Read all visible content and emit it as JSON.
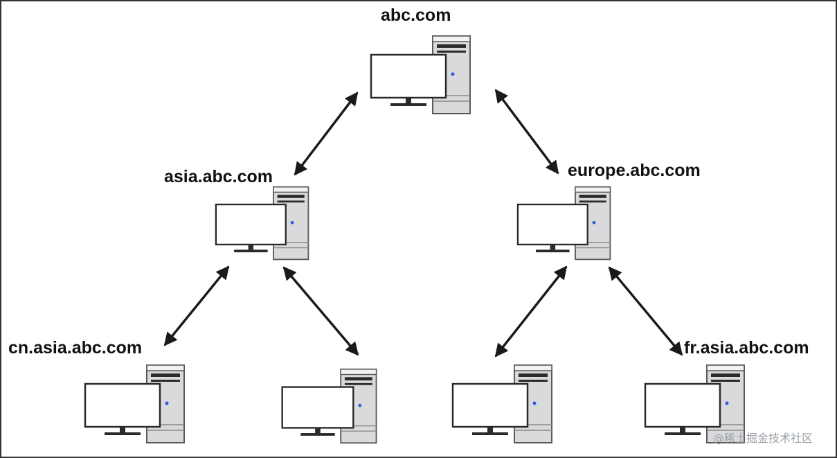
{
  "nodes": [
    {
      "id": "root",
      "label": "abc.com"
    },
    {
      "id": "asia",
      "label": "asia.abc.com"
    },
    {
      "id": "europe",
      "label": "europe.abc.com"
    },
    {
      "id": "cn",
      "label": "cn.asia.abc.com"
    },
    {
      "id": "asia-child-2",
      "label": ""
    },
    {
      "id": "europe-child-1",
      "label": ""
    },
    {
      "id": "fr",
      "label": "fr.asia.abc.com"
    }
  ],
  "edges": [
    {
      "from": "root",
      "to": "asia",
      "direction": "bidirectional"
    },
    {
      "from": "root",
      "to": "europe",
      "direction": "bidirectional"
    },
    {
      "from": "asia",
      "to": "cn",
      "direction": "bidirectional"
    },
    {
      "from": "asia",
      "to": "asia-child-2",
      "direction": "bidirectional"
    },
    {
      "from": "europe",
      "to": "europe-child-1",
      "direction": "bidirectional"
    },
    {
      "from": "europe",
      "to": "fr",
      "direction": "bidirectional"
    }
  ],
  "watermark": "@稀土掘金技术社区",
  "colors": {
    "led": "#2a5bd7",
    "arrow": "#1a1a1a",
    "tower": "#d9dadc",
    "background": "#ffffff"
  }
}
